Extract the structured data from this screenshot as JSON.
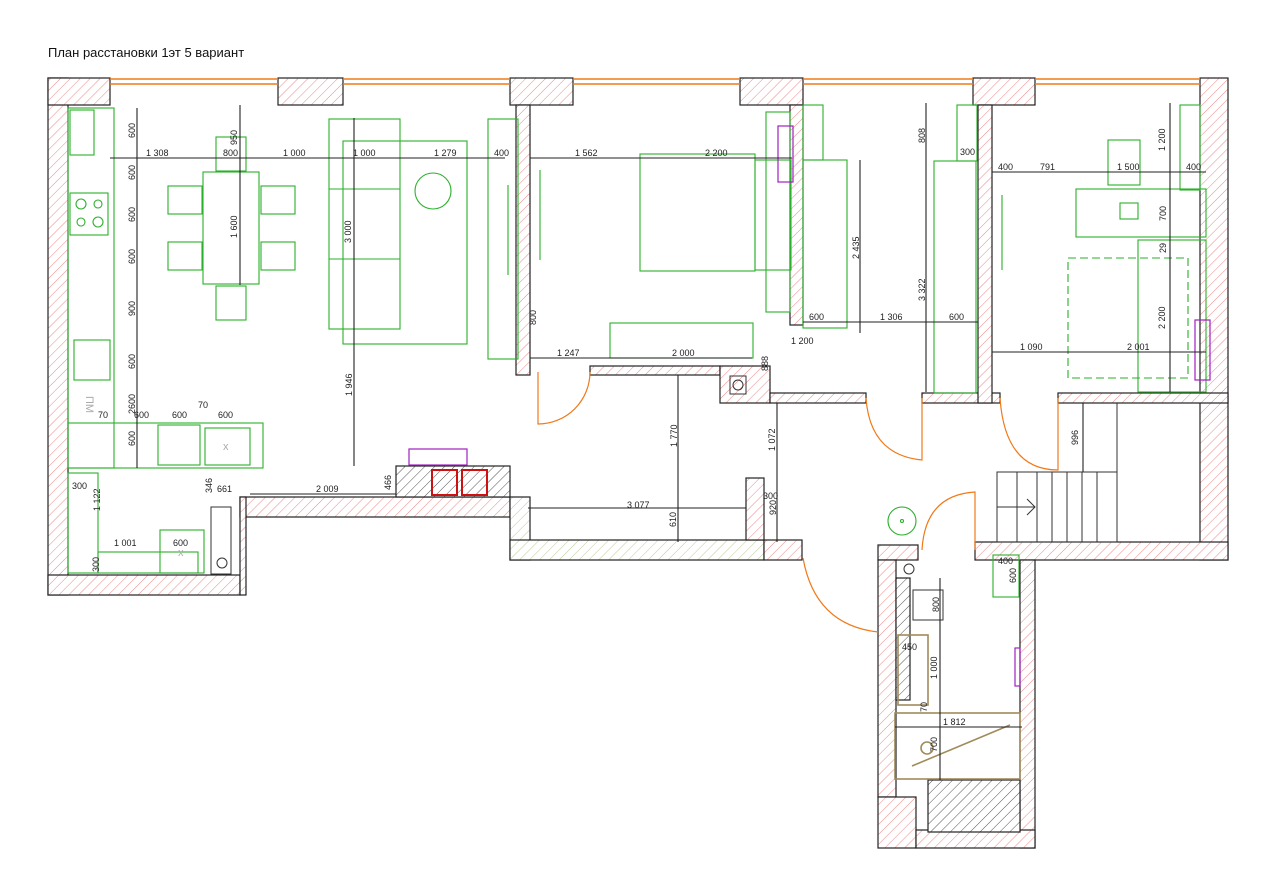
{
  "title": "План расстановки 1эт 5 вариант",
  "labels": {
    "pm": "ПМ",
    "x1": "x",
    "x2": "x"
  },
  "colors": {
    "furniture": "#2bb02b",
    "walls": "#e87a7a",
    "doors": "#f07a1a",
    "plumbing": "#a08b5a",
    "radiator": "#a020c0"
  },
  "dims_h": [
    "1 308",
    "800",
    "1 000",
    "1 000",
    "1 279",
    "400",
    "1 562",
    "2 200",
    "300",
    "400",
    "791",
    "1 500",
    "400",
    "600",
    "1 306",
    "600",
    "1 200",
    "1 247",
    "2 000",
    "1 090",
    "2 001",
    "70",
    "600",
    "600",
    "70",
    "600",
    "300",
    "661",
    "2 009",
    "1 001",
    "600",
    "3 077",
    "300",
    "450",
    "1 812",
    "400"
  ],
  "dims_v": [
    "600",
    "950",
    "600",
    "1 600",
    "3 000",
    "600",
    "600",
    "900",
    "600",
    "2600",
    "600",
    "1 122",
    "300",
    "346",
    "466",
    "1 946",
    "808",
    "2 435",
    "3 322",
    "1 200",
    "700",
    "29",
    "2 200",
    "800",
    "888",
    "1 770",
    "1 072",
    "610",
    "920",
    "996",
    "600",
    "800",
    "1 000",
    "70",
    "700"
  ]
}
